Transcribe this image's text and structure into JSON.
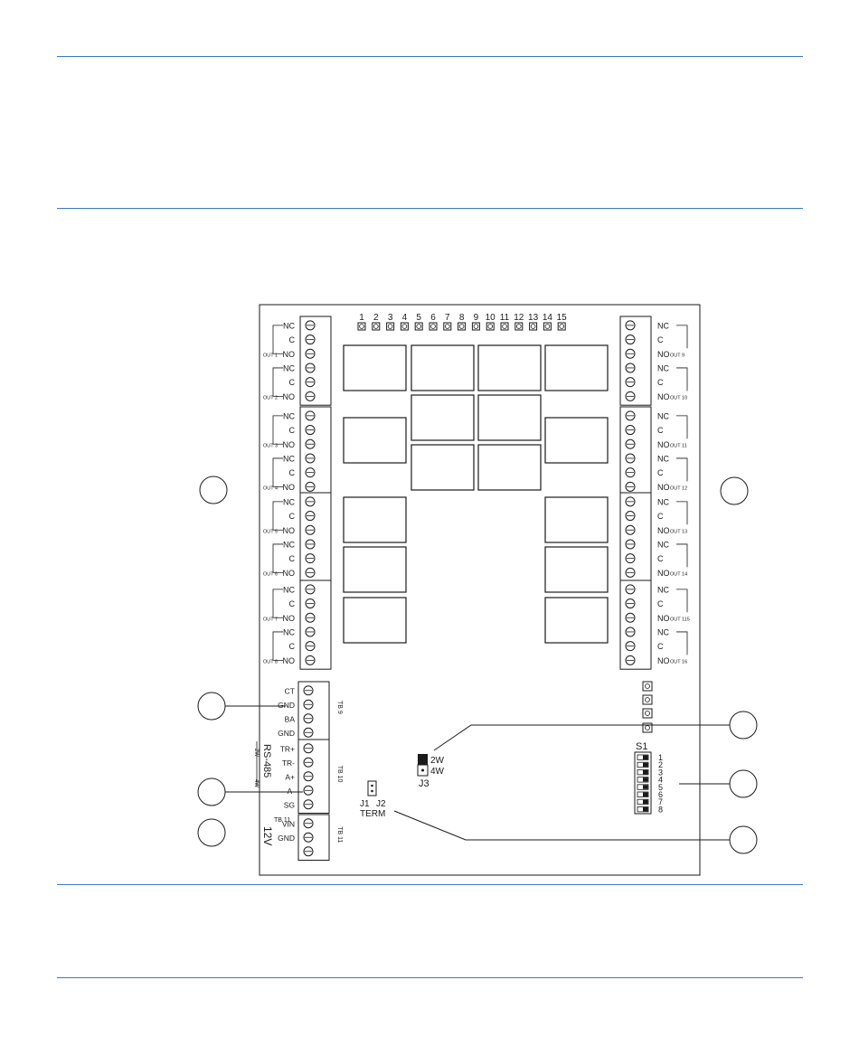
{
  "page": {
    "rule_color": "#3a7bbf",
    "line_color": "#1a1a1a"
  },
  "leds": [
    "1",
    "2",
    "3",
    "4",
    "5",
    "6",
    "7",
    "8",
    "9",
    "10",
    "11",
    "12",
    "13",
    "14",
    "15"
  ],
  "terminal_labels": {
    "nc": "NC",
    "c": "C",
    "no": "NO"
  },
  "left_outputs": [
    "OUT 1",
    "OUT 2",
    "OUT 3",
    "OUT 4",
    "OUT 5",
    "OUT 6",
    "OUT 7",
    "OUT 8"
  ],
  "right_outputs": [
    "OUT 9",
    "OUT 10",
    "OUT 11",
    "OUT 12",
    "OUT 13",
    "OUT 14",
    "OUT 115",
    "OUT 16"
  ],
  "tb9": {
    "name": "TB 9",
    "pins": [
      "CT",
      "GND",
      "BA",
      "GND"
    ]
  },
  "tb10": {
    "name": "TB 10",
    "pins": [
      "TR+",
      "TR-",
      "A+",
      "A-",
      "SG"
    ],
    "side_label": "RS-485",
    "side_small_1": "2W",
    "side_small_2": "4W"
  },
  "tb11": {
    "name": "TB 11",
    "pins": [
      "VIN",
      "GND"
    ],
    "side_label": "12V",
    "top_label": "TB 11"
  },
  "jumper_j3": {
    "name": "J3",
    "opt1": "2W",
    "opt2": "4W"
  },
  "term": {
    "j1": "J1",
    "j2": "J2",
    "label": "TERM"
  },
  "switch_s1": {
    "name": "S1",
    "positions": [
      "1",
      "2",
      "3",
      "4",
      "5",
      "6",
      "7",
      "8"
    ]
  }
}
